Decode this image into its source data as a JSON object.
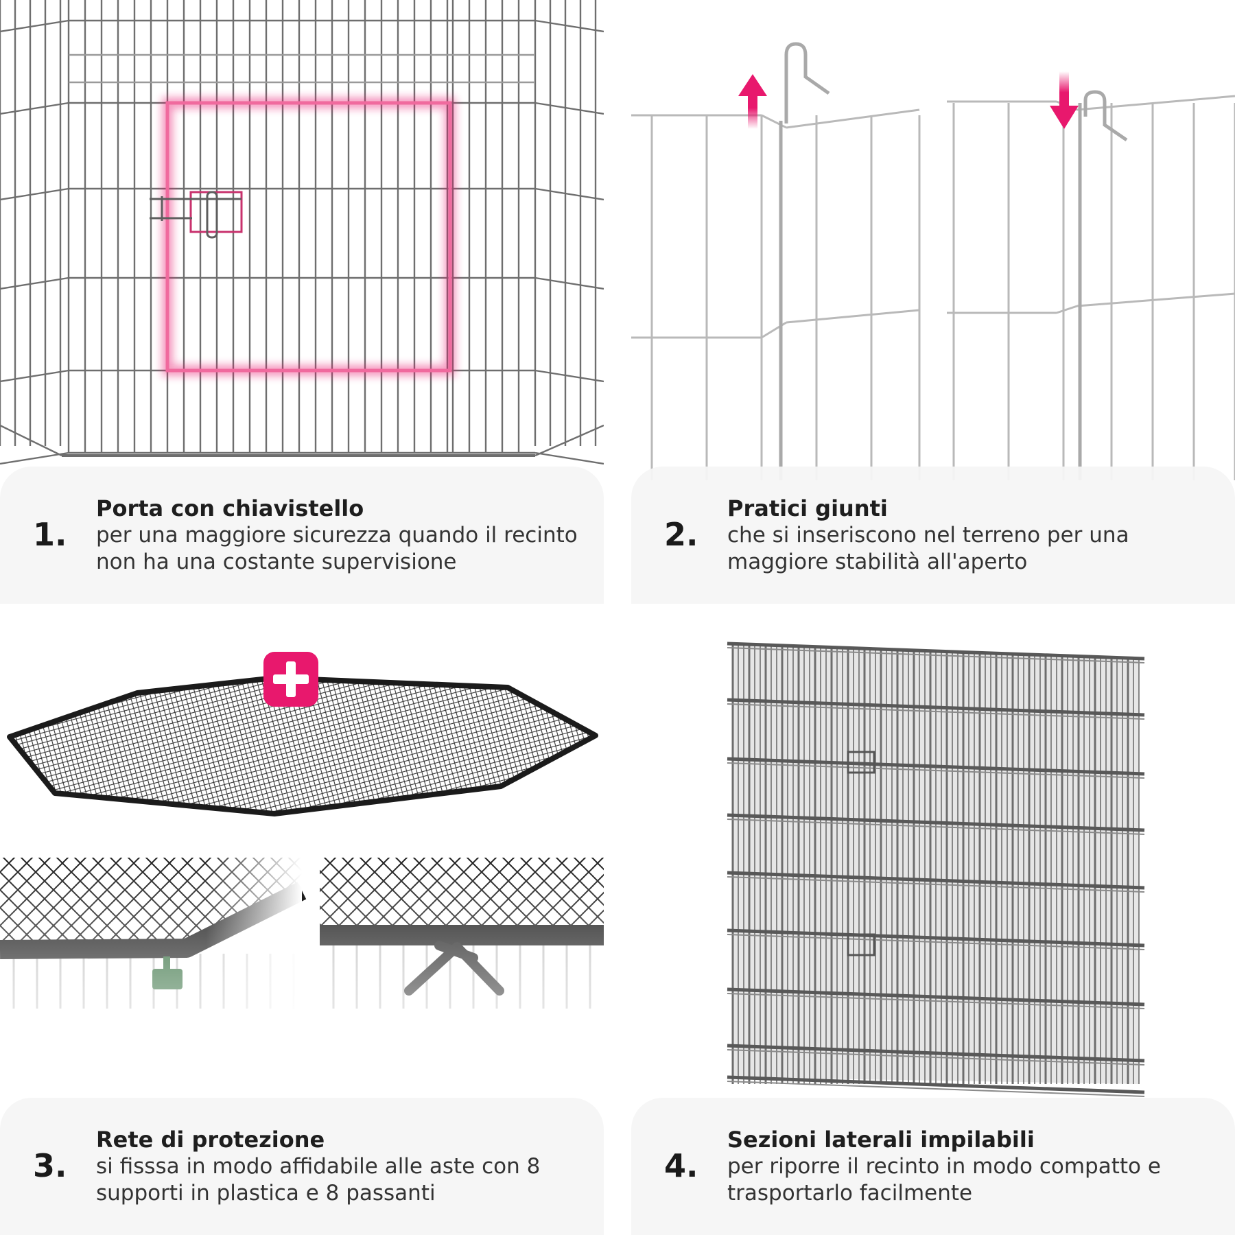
{
  "accent_color": "#e8186d",
  "features": [
    {
      "number": "1.",
      "title": "Porta con chiavistello",
      "line1": "per una maggiore sicurezza quando il recinto",
      "line2": "non ha una costante supervisione"
    },
    {
      "number": "2.",
      "title": "Pratici giunti",
      "line1": "che si inseriscono nel terreno per una",
      "line2": "maggiore stabilità all'aperto"
    },
    {
      "number": "3.",
      "title": "Rete di protezione",
      "line1": "si fisssa in modo affidabile alle aste con 8",
      "line2": "supporti in plastica e 8 passanti"
    },
    {
      "number": "4.",
      "title": "Sezioni laterali impilabili",
      "line1": "per riporre il recinto in modo compatto e",
      "line2": "trasportarlo facilmente"
    }
  ]
}
